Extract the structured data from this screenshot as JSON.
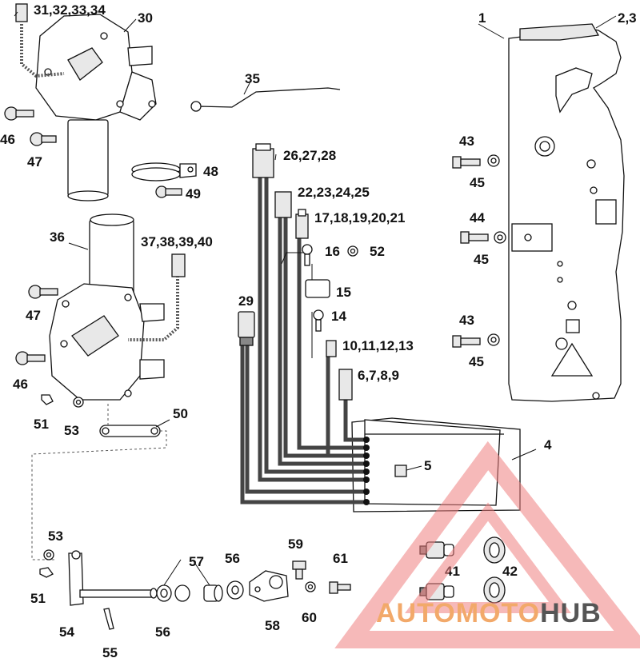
{
  "labels": {
    "l1": "1",
    "l2_3": "2,3",
    "l4": "4",
    "l5": "5",
    "l6_9": "6,7,8,9",
    "l10_13": "10,11,12,13",
    "l14": "14",
    "l15": "15",
    "l16": "16",
    "l17_21": "17,18,19,20,21",
    "l22_25": "22,23,24,25",
    "l26_28": "26,27,28",
    "l29": "29",
    "l30": "30",
    "l31_34": "31,32,33,34",
    "l35": "35",
    "l36": "36",
    "l37_40": "37,38,39,40",
    "l41": "41",
    "l42": "42",
    "l43a": "43",
    "l43b": "43",
    "l44": "44",
    "l45a": "45",
    "l45b": "45",
    "l45c": "45",
    "l46a": "46",
    "l46b": "46",
    "l47a": "47",
    "l47b": "47",
    "l48": "48",
    "l49": "49",
    "l50": "50",
    "l51a": "51",
    "l51b": "51",
    "l52": "52",
    "l53a": "53",
    "l53b": "53",
    "l54": "54",
    "l55": "55",
    "l56a": "56",
    "l56b": "56",
    "l57": "57",
    "l58": "58",
    "l59": "59",
    "l60": "60",
    "l61": "61"
  },
  "watermark": {
    "part1": "AUTOMOTO",
    "part2": "HUB",
    "color_accent": "#f2a96a",
    "color_dark": "#555555",
    "logo_color": "#f08080"
  }
}
